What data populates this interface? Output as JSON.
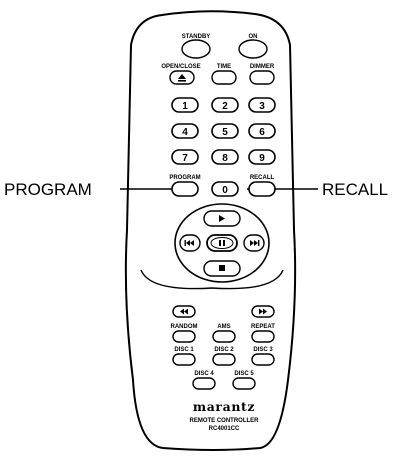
{
  "callouts": {
    "program": "PROGRAM",
    "recall": "RECALL"
  },
  "top": {
    "standby": "STANDBY",
    "on": "ON",
    "open_close": "OPEN/CLOSE",
    "time": "TIME",
    "dimmer": "DIMMER"
  },
  "keypad": [
    "1",
    "2",
    "3",
    "4",
    "5",
    "6",
    "7",
    "8",
    "9",
    "0"
  ],
  "labels": {
    "program": "PROGRAM",
    "recall": "RECALL"
  },
  "lower": {
    "random": "RANDOM",
    "ams": "AMS",
    "repeat": "REPEAT",
    "disc1": "DISC 1",
    "disc2": "DISC 2",
    "disc3": "DISC 3",
    "disc4": "DISC 4",
    "disc5": "DISC 5"
  },
  "brand": {
    "logo": "marantz",
    "line1": "REMOTE CONTROLLER",
    "line2": "RC4001CC"
  },
  "icons": {
    "eject": "eject-icon",
    "play": "play-icon",
    "pause": "pause-icon",
    "stop": "stop-icon",
    "prev": "skip-back-icon",
    "next": "skip-forward-icon",
    "rewind": "rewind-icon",
    "fast_forward": "fast-forward-icon"
  }
}
